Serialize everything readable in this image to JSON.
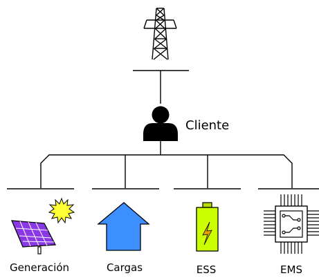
{
  "client": {
    "label": "Cliente"
  },
  "components": [
    {
      "label": "Generación",
      "icon": "solar-panel-icon"
    },
    {
      "label": "Cargas",
      "icon": "house-load-icon"
    },
    {
      "label": "ESS",
      "icon": "battery-icon"
    },
    {
      "label": "EMS",
      "icon": "chip-icon"
    }
  ],
  "colors": {
    "solar_panel": "#8a38e6",
    "sun": "#ffff33",
    "house": "#3d8fff",
    "battery": "#ccff00",
    "battery_cap": "#b7d800",
    "lightning": "#e8a000"
  }
}
